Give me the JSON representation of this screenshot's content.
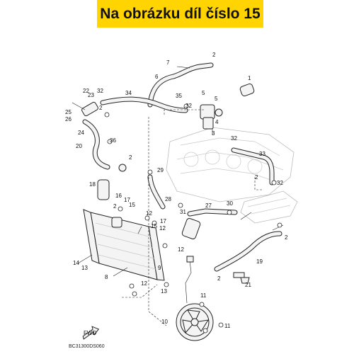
{
  "banner": {
    "text": "Na obrázku díl číslo 15",
    "color": "#ffd400"
  },
  "diagram_code": "BC31300DS060",
  "front_marker": "FWD",
  "callouts": [
    "1",
    "2",
    "2",
    "2",
    "2",
    "2",
    "2",
    "2",
    "3",
    "4",
    "5",
    "5",
    "6",
    "7",
    "8",
    "9",
    "10",
    "11",
    "11",
    "12",
    "12",
    "12",
    "12",
    "13",
    "13",
    "14",
    "15",
    "15",
    "16",
    "17",
    "17",
    "18",
    "19",
    "20",
    "21",
    "22",
    "23",
    "24",
    "25",
    "26",
    "27",
    "28",
    "29",
    "30",
    "31",
    "32",
    "32",
    "32",
    "32",
    "33",
    "34",
    "35",
    "36"
  ]
}
